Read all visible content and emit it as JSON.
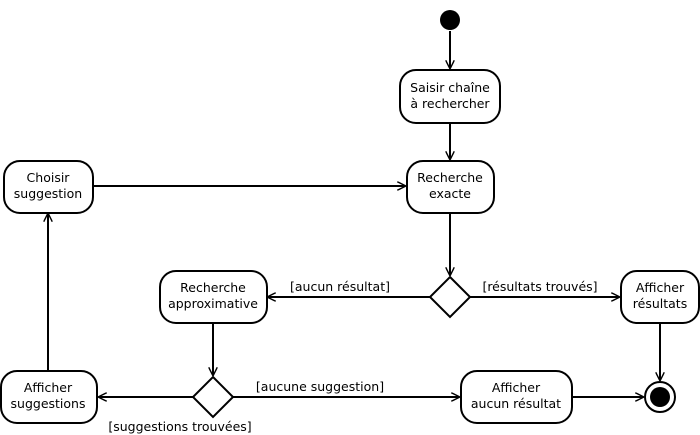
{
  "diagram": {
    "type": "uml-activity",
    "nodes": {
      "saisir": {
        "lines": [
          "Saisir chaîne",
          "à rechercher"
        ]
      },
      "exacte": {
        "lines": [
          "Recherche",
          "exacte"
        ]
      },
      "choisir": {
        "lines": [
          "Choisir",
          "suggestion"
        ]
      },
      "approx": {
        "lines": [
          "Recherche",
          "approximative"
        ]
      },
      "afficher_resultats": {
        "lines": [
          "Afficher",
          "résultats"
        ]
      },
      "afficher_suggestions": {
        "lines": [
          "Afficher",
          "suggestions"
        ]
      },
      "afficher_aucun": {
        "lines": [
          "Afficher",
          "aucun résultat"
        ]
      }
    },
    "guards": {
      "aucun_resultat": "[aucun résultat]",
      "resultats_trouves": "[résultats trouvés]",
      "aucune_suggestion": "[aucune suggestion]",
      "suggestions_trouvees": "[suggestions trouvées]"
    },
    "edges": [
      {
        "from": "start",
        "to": "saisir"
      },
      {
        "from": "saisir",
        "to": "exacte"
      },
      {
        "from": "choisir",
        "to": "exacte"
      },
      {
        "from": "exacte",
        "to": "decision1"
      },
      {
        "from": "decision1",
        "to": "approx",
        "guard": "aucun_resultat"
      },
      {
        "from": "decision1",
        "to": "afficher_resultats",
        "guard": "resultats_trouves"
      },
      {
        "from": "afficher_resultats",
        "to": "end"
      },
      {
        "from": "approx",
        "to": "decision2"
      },
      {
        "from": "decision2",
        "to": "afficher_suggestions",
        "guard": "suggestions_trouvees"
      },
      {
        "from": "decision2",
        "to": "afficher_aucun",
        "guard": "aucune_suggestion"
      },
      {
        "from": "afficher_suggestions",
        "to": "choisir"
      },
      {
        "from": "afficher_aucun",
        "to": "end"
      }
    ]
  }
}
